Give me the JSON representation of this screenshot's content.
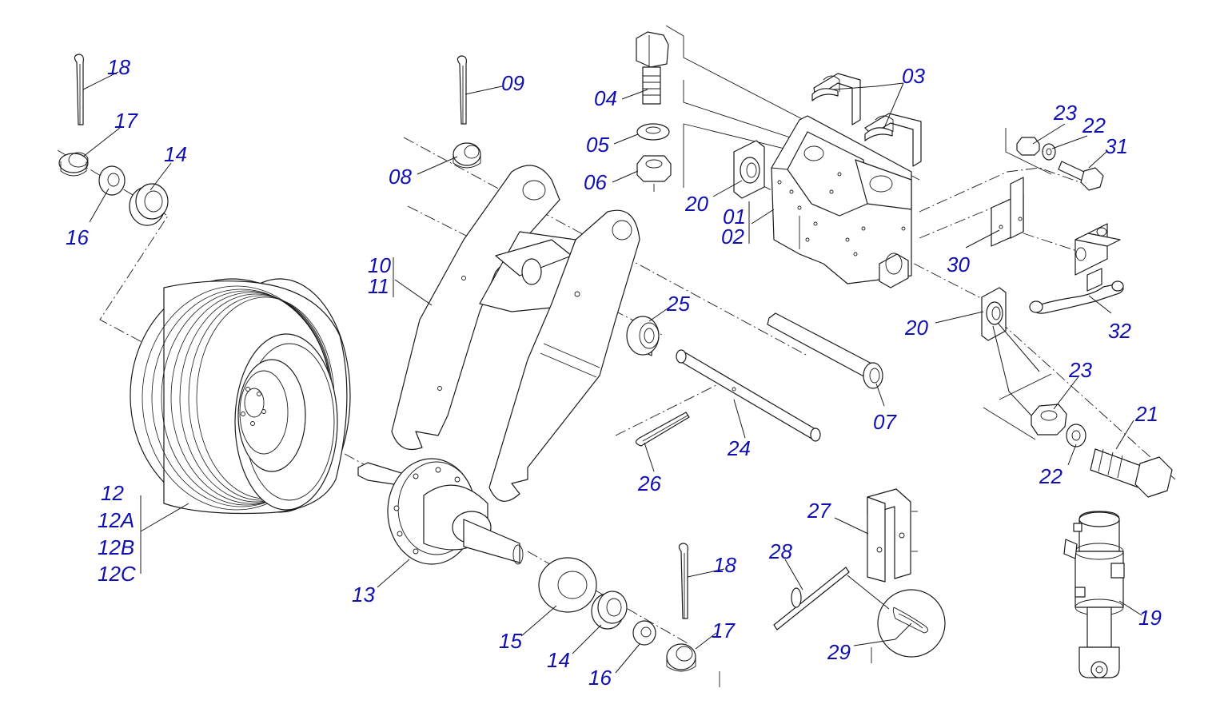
{
  "labels": {
    "p18a": "18",
    "p17a": "17",
    "p14a": "14",
    "p16a": "16",
    "p09": "09",
    "p08": "08",
    "p04": "04",
    "p05": "05",
    "p06": "06",
    "p03": "03",
    "p20a": "20",
    "p01": "01",
    "p02": "02",
    "p23a": "23",
    "p22a": "22",
    "p31": "31",
    "p30": "30",
    "p32": "32",
    "p10": "10",
    "p11": "11",
    "p25": "25",
    "p07": "07",
    "p20b": "20",
    "p23b": "23",
    "p21": "21",
    "p22b": "22",
    "p24": "24",
    "p26": "26",
    "p12": "12",
    "p12A": "12A",
    "p12B": "12B",
    "p12C": "12C",
    "p13": "13",
    "p15": "15",
    "p14b": "14",
    "p16b": "16",
    "p18b": "18",
    "p17b": "17",
    "p27": "27",
    "p28": "28",
    "p29": "29",
    "p19": "19"
  },
  "colors": {
    "label": "#1010b0",
    "line": "#1a1a1a",
    "background": "#ffffff"
  }
}
